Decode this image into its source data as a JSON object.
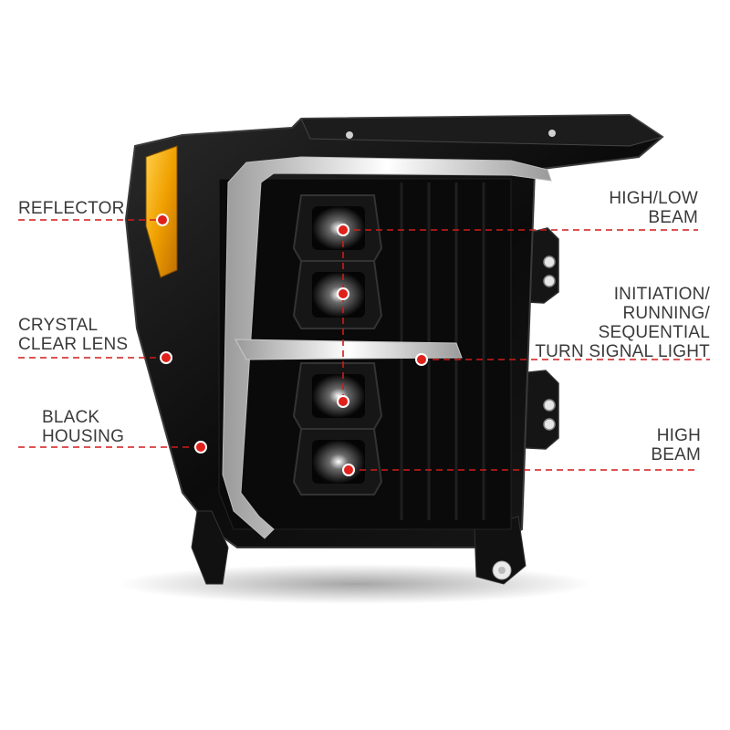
{
  "labels": {
    "reflector": [
      "REFLECTOR"
    ],
    "crystal_clear_lens": [
      "CRYSTAL",
      "CLEAR LENS"
    ],
    "black_housing": [
      "BLACK",
      "HOUSING"
    ],
    "high_low_beam": [
      "HIGH/LOW",
      "BEAM"
    ],
    "initiation": [
      "INITIATION/",
      "RUNNING/",
      "SEQUENTIAL",
      "TURN SIGNAL LIGHT"
    ],
    "high_beam": [
      "HIGH",
      "BEAM"
    ]
  },
  "colors": {
    "leader_line": "#d21a1a",
    "housing": "#0d0d0d",
    "amber_reflector": "#f0a000",
    "led_strip": "#e8e8e8",
    "text": "#3a3a3a"
  }
}
